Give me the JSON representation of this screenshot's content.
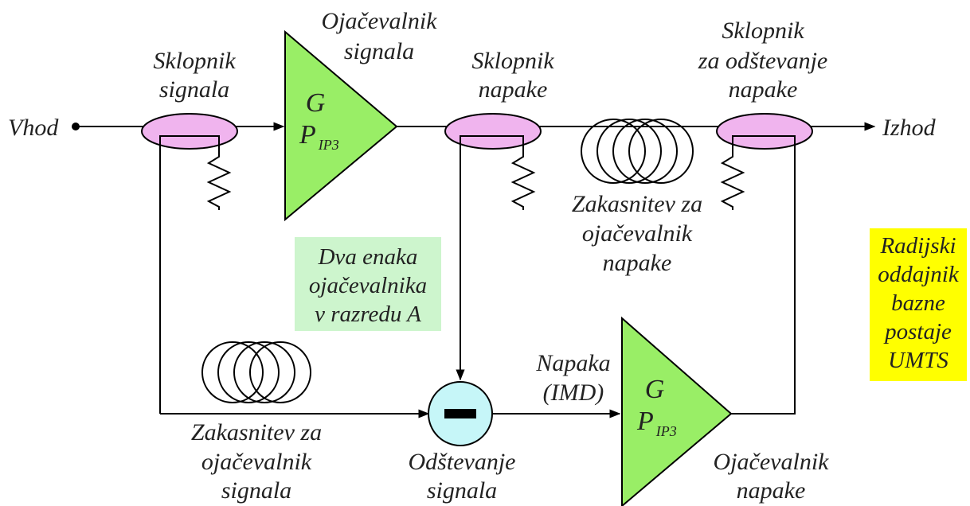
{
  "colors": {
    "amplifier_fill": "#99ee66",
    "coupler_fill": "#f0b4ee",
    "subtractor_fill": "#c6f6f8",
    "note_green_bg": "#cdf5cd",
    "note_yellow_bg": "#ffff00",
    "line": "#000000"
  },
  "labels": {
    "input": "Vhod",
    "output": "Izhod",
    "signal_coupler": [
      "Sklopnik",
      "signala"
    ],
    "signal_amplifier": [
      "Ojačevalnik",
      "signala"
    ],
    "error_coupler": [
      "Sklopnik",
      "napake"
    ],
    "subtract_coupler": [
      "Sklopnik",
      "za odštevanje",
      "napake"
    ],
    "delay_error_amp": [
      "Zakasnitev za",
      "ojačevalnik",
      "napake"
    ],
    "delay_signal_amp": [
      "Zakasnitev za",
      "ojačevalnik",
      "signala"
    ],
    "subtractor": [
      "Odštevanje",
      "signala"
    ],
    "error_amplifier": [
      "Ojačevalnik",
      "napake"
    ],
    "error_signal": "Napaka",
    "error_signal_paren": "(IMD)"
  },
  "amplifier": {
    "gain": "G",
    "p_main": "P",
    "p_sub": "IP3"
  },
  "notes": {
    "identical_amps": [
      "Dva enaka",
      "ojačevalnika",
      "v razredu A"
    ],
    "station": [
      "Radijski",
      "oddajnik",
      "bazne",
      "postaje",
      "UMTS"
    ]
  }
}
